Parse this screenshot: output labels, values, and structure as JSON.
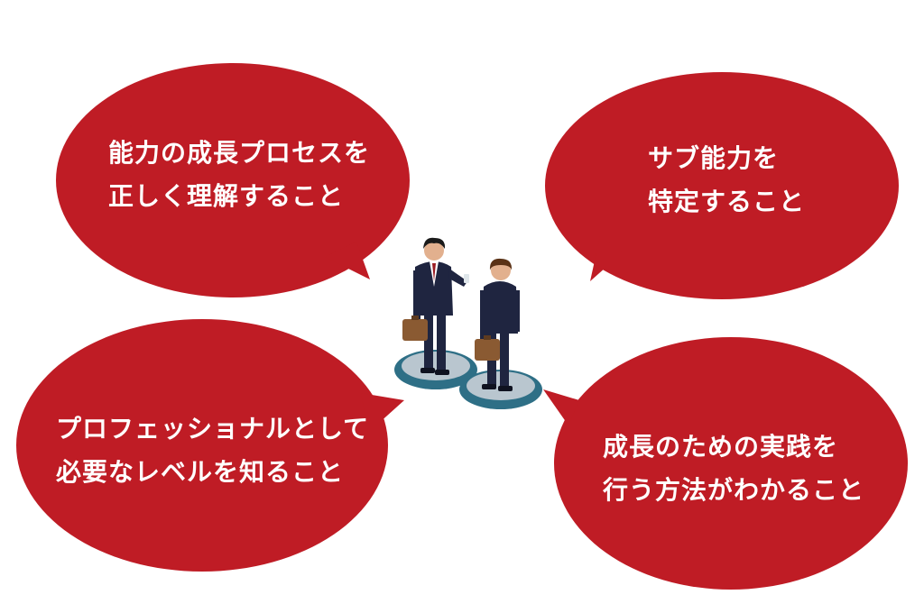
{
  "colors": {
    "bubble": "#bf1c25",
    "bubble_text": "#ffffff",
    "suit": "#1f2540",
    "platform_outer": "#2e6f86",
    "platform_inner": "#b9c6cf",
    "briefcase": "#8a5a32"
  },
  "bubbles": [
    {
      "line1": "能力の成長プロセスを",
      "line2": "正しく理解すること"
    },
    {
      "line1": "サブ能力を",
      "line2": "特定すること"
    },
    {
      "line1": "プロフェッショナルとして",
      "line2": "必要なレベルを知ること"
    },
    {
      "line1": "成長のための実践を",
      "line2": "行う方法がわかること"
    }
  ],
  "illustration": {
    "icon": "businessmen-talking-icon"
  }
}
